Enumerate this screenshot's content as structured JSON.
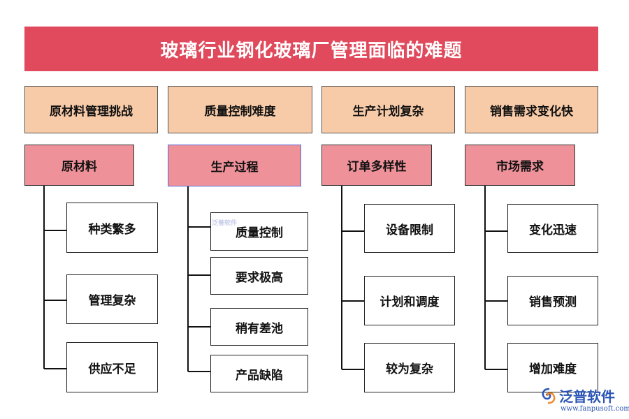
{
  "title": "玻璃行业钢化玻璃厂管理面临的难题",
  "columns": [
    {
      "category": "原材料管理挑战",
      "head": "原材料",
      "leaves": [
        "种类繁多",
        "管理复杂",
        "供应不足"
      ]
    },
    {
      "category": "质量控制难度",
      "head": "生产过程",
      "leaves": [
        "质量控制",
        "要求极高",
        "稍有差池",
        "产品缺陷"
      ]
    },
    {
      "category": "生产计划复杂",
      "head": "订单多样性",
      "leaves": [
        "设备限制",
        "计划和调度",
        "较为复杂"
      ]
    },
    {
      "category": "销售需求变化快",
      "head": "市场需求",
      "leaves": [
        "变化迅速",
        "销售预测",
        "增加难度"
      ]
    }
  ],
  "watermark": {
    "small_text": "泛普软件",
    "logo_name": "泛普软件",
    "logo_url": "www.fanpusoft.com"
  },
  "colors": {
    "title_bg": "#e04a5c",
    "category_bg": "#f8cba8",
    "head_bg": "#ee9199",
    "leaf_bg": "#ffffff",
    "logo": "#2a55b5"
  }
}
